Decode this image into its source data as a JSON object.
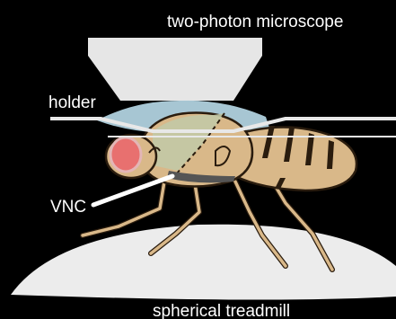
{
  "labels": {
    "microscope": "two-photon microscope",
    "holder": "holder",
    "vnc": "VNC",
    "treadmill": "spherical treadmill"
  },
  "colors": {
    "background": "#000000",
    "objective": "#e6e6e6",
    "saline": "#b9dcea",
    "fly_body": "#d9b889",
    "fly_outline": "#2a1c0e",
    "eye": "#e8706f",
    "eye_ring": "#e3b6b6",
    "thorax_window": "#c2c9a6",
    "ball": "#ececec",
    "pointer": "#ffffff"
  },
  "icons": {
    "objective": "objective-lens-icon",
    "fly": "fly-illustration",
    "ball": "treadmill-ball-icon"
  }
}
